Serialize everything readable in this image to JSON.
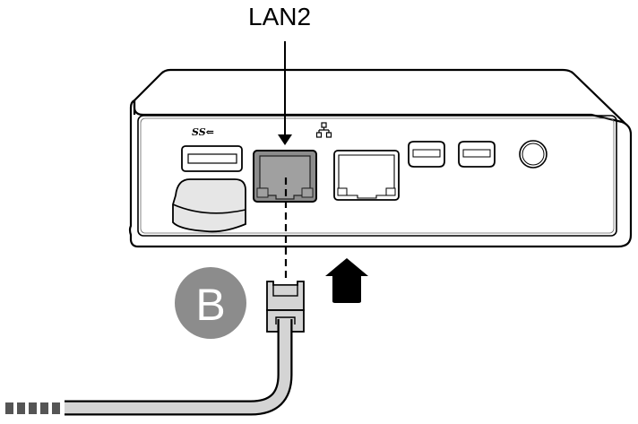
{
  "diagram": {
    "callout_label": "LAN2",
    "step_badge": "B",
    "highlighted_port": "LAN2",
    "ports": [
      {
        "name": "usb-3-port",
        "icon": "superspeed-usb-icon"
      },
      {
        "name": "lan2-port",
        "icon": "none",
        "highlighted": true
      },
      {
        "name": "lan1-port",
        "icon": "network-icon"
      },
      {
        "name": "mini-displayport-1",
        "icon": "none"
      },
      {
        "name": "mini-displayport-2",
        "icon": "none"
      },
      {
        "name": "power-port",
        "icon": "none"
      }
    ],
    "insert_direction": "up",
    "colors": {
      "outline": "#000000",
      "highlight_port": "#8c8c8c",
      "highlight_port_inner": "#a0a0a0",
      "cable": "#d4d4d4",
      "badge": "#8c8c8c",
      "usb_cap": "#e6e6e6"
    }
  }
}
